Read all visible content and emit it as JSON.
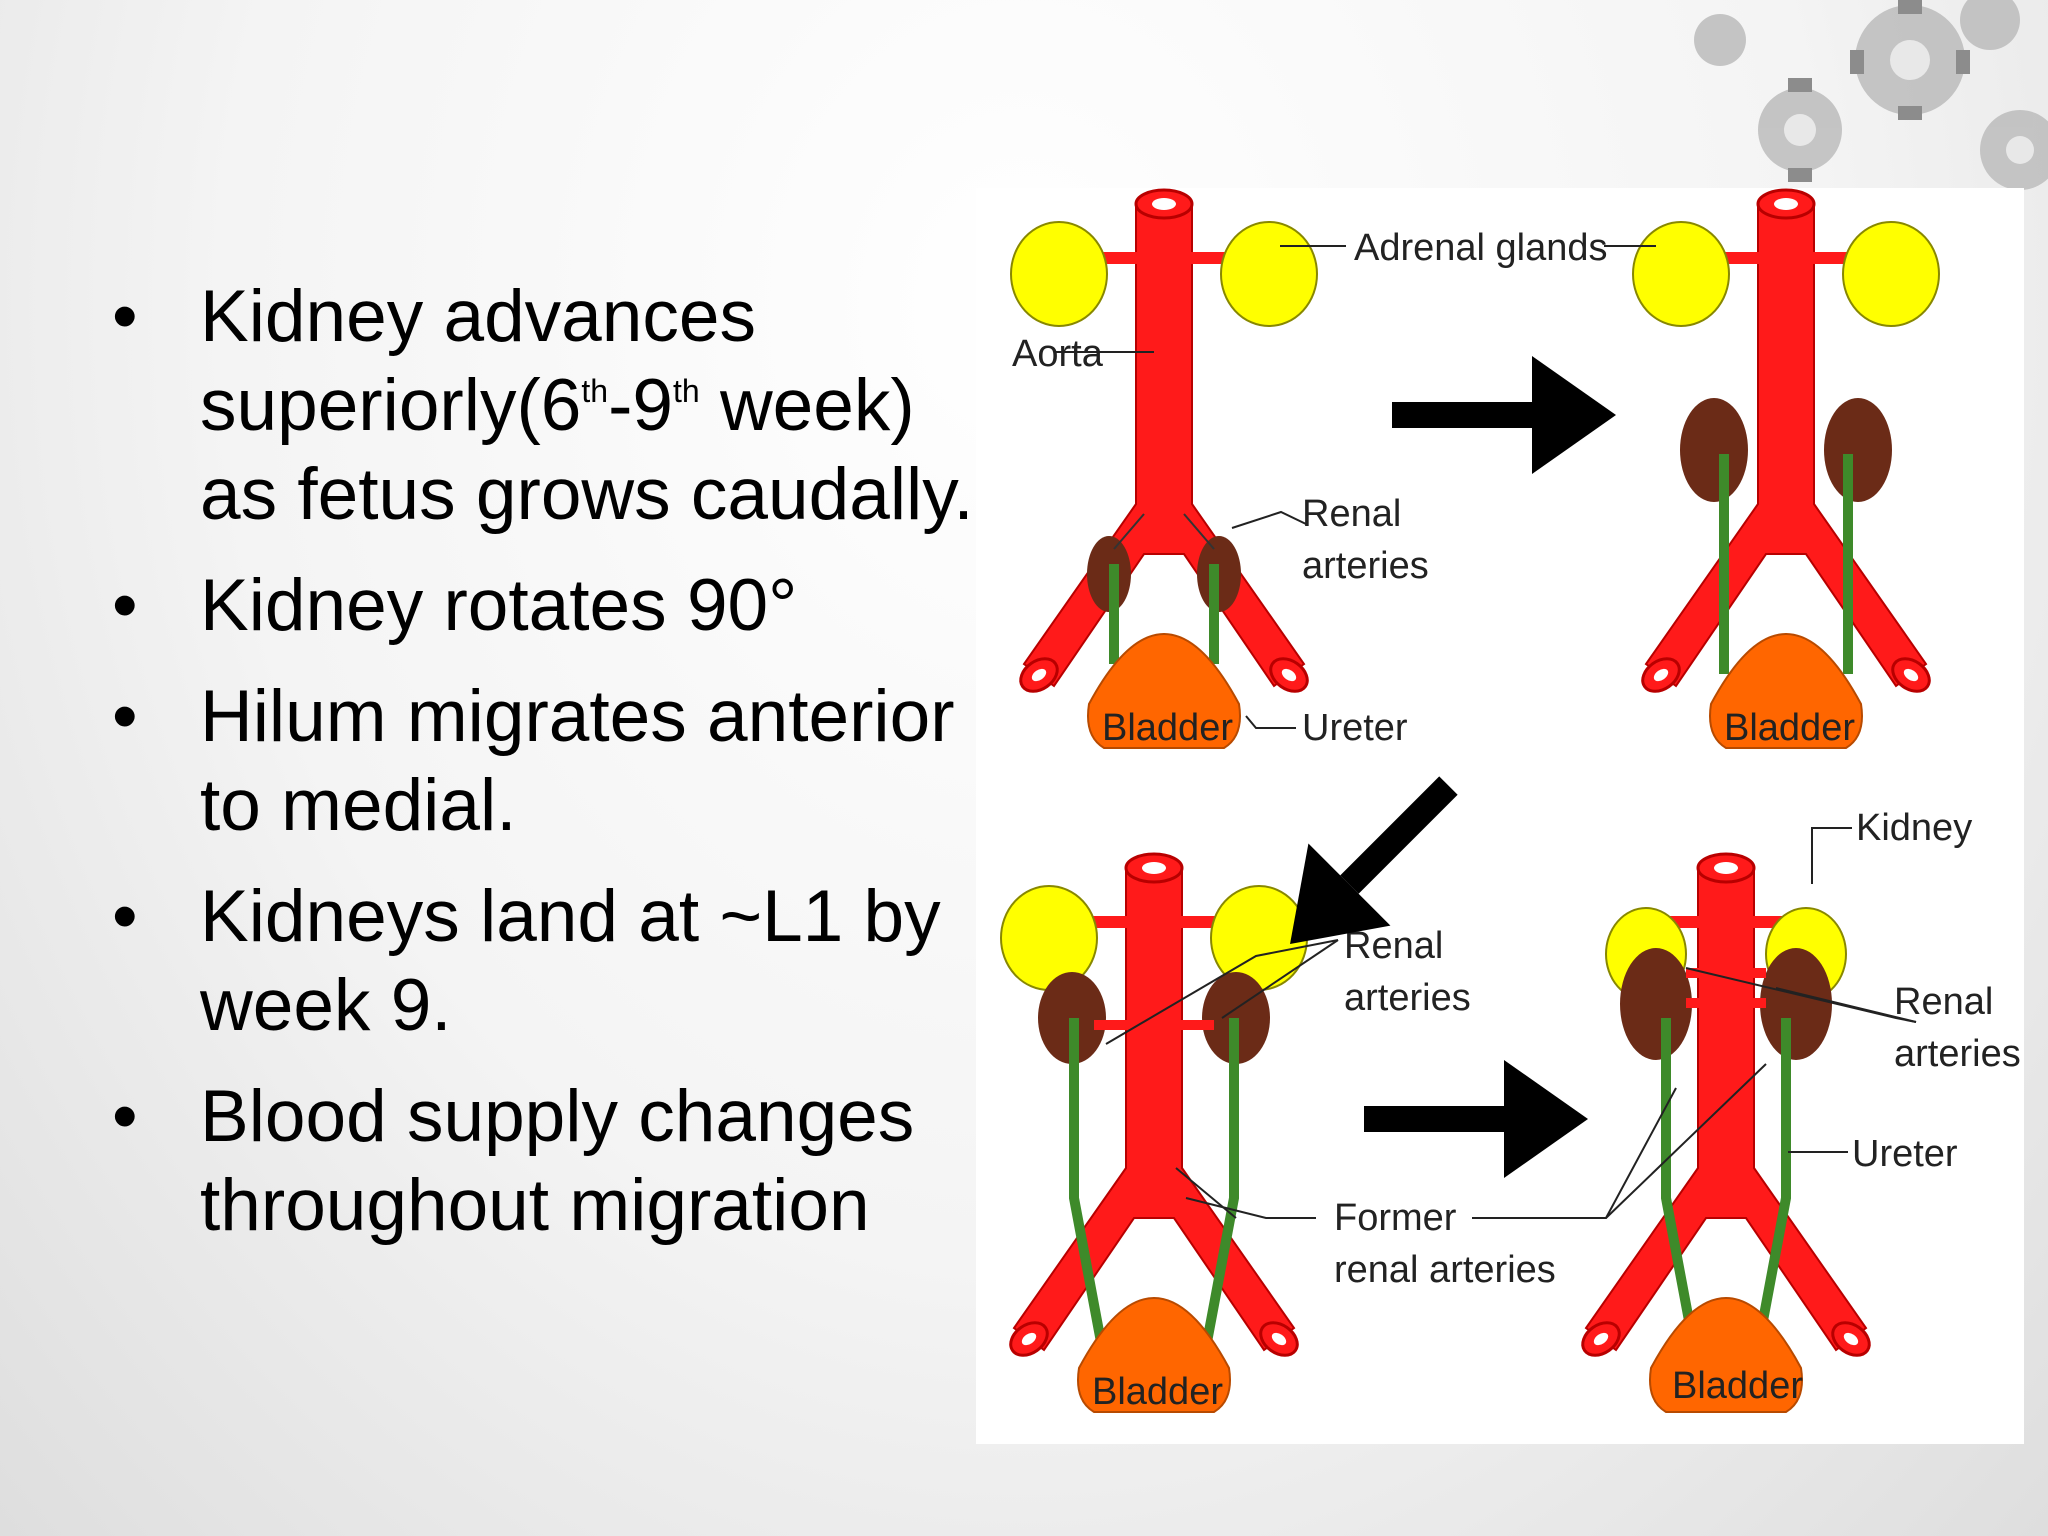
{
  "bullets": [
    {
      "pre": "Kidney advances superiorly(6",
      "sup1": "th",
      "mid": "-9",
      "sup2": "th",
      "post": " week) as fetus grows caudally."
    },
    {
      "text": "Kidney rotates 90°"
    },
    {
      "text": "Hilum migrates anterior to medial."
    },
    {
      "text": "Kidneys land at ~L1 by week 9."
    },
    {
      "text": "Blood supply changes throughout migration"
    }
  ],
  "diagram": {
    "labels": {
      "adrenal_glands": "Adrenal glands",
      "aorta": "Aorta",
      "renal_arteries_1_l1": "Renal",
      "renal_arteries_1_l2": "arteries",
      "ureter_1": "Ureter",
      "bladder": "Bladder",
      "renal_arteries_2_l1": "Renal",
      "renal_arteries_2_l2": "arteries",
      "former_l1": "Former",
      "former_l2": "renal arteries",
      "kidney": "Kidney",
      "renal_arteries_3_l1": "Renal",
      "renal_arteries_3_l2": "arteries",
      "ureter_2": "Ureter"
    },
    "colors": {
      "artery": "#ff1a1a",
      "adrenal": "#ffff00",
      "kidney": "#6b2b17",
      "bladder": "#ff6600",
      "ureter": "#3e8a2a",
      "arrow": "#000000"
    },
    "arrow_icons": [
      "right-arrow-icon",
      "down-left-arrow-icon",
      "right-arrow-icon"
    ]
  }
}
